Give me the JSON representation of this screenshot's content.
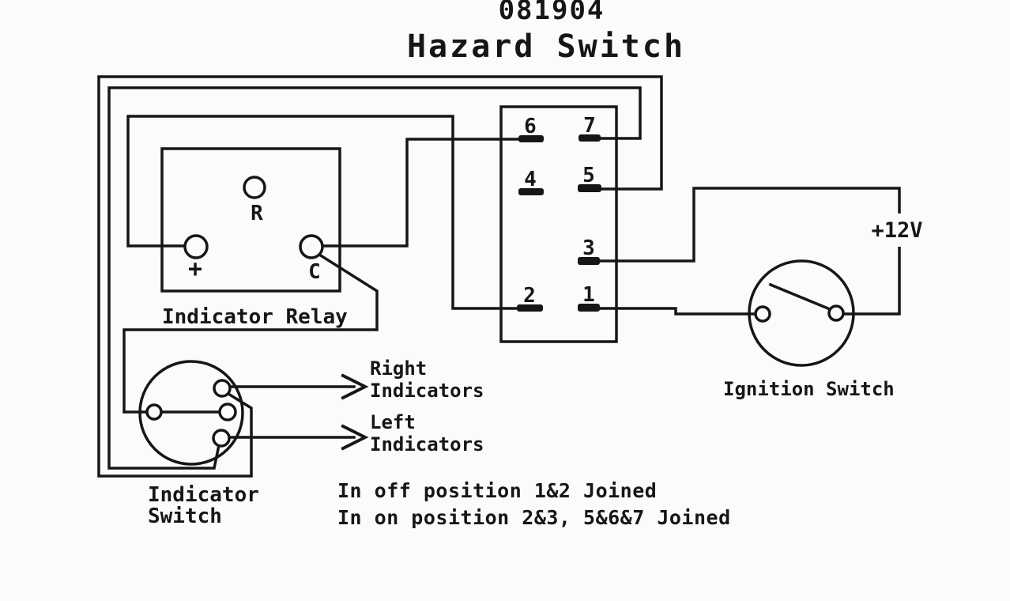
{
  "colors": {
    "ink": "#161616",
    "background": "#fbfbfb"
  },
  "title": {
    "part_number": "081904",
    "name": "Hazard Switch"
  },
  "relay": {
    "label": "Indicator Relay",
    "terminal_r": "R",
    "terminal_plus": "+",
    "terminal_c": "C"
  },
  "hazard_switch": {
    "pin_6": "6",
    "pin_7": "7",
    "pin_4": "4",
    "pin_5": "5",
    "pin_3": "3",
    "pin_2": "2",
    "pin_1": "1"
  },
  "ignition_switch": {
    "label": "Ignition Switch"
  },
  "indicator_switch": {
    "label_line1": "Indicator",
    "label_line2": "Switch"
  },
  "outputs": {
    "right_line1": "Right",
    "right_line2": "Indicators",
    "left_line1": "Left",
    "left_line2": "Indicators"
  },
  "power": {
    "label": "+12V"
  },
  "notes": {
    "off": "In off position 1&2 Joined",
    "on": "In on position 2&3, 5&6&7 Joined"
  }
}
